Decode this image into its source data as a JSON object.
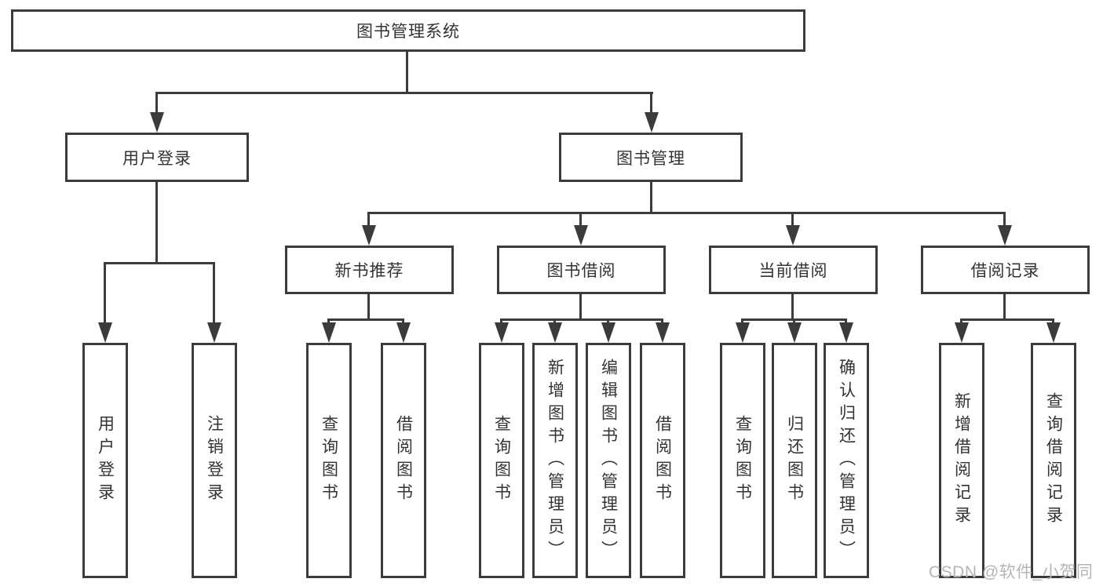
{
  "diagram": {
    "root": {
      "label": "图书管理系统"
    },
    "level1": [
      {
        "label": "用户登录"
      },
      {
        "label": "图书管理"
      }
    ],
    "level2": [
      {
        "label": "新书推荐"
      },
      {
        "label": "图书借阅"
      },
      {
        "label": "当前借阅"
      },
      {
        "label": "借阅记录"
      }
    ],
    "leaves": {
      "user_login": [
        "用户登录",
        "注销登录"
      ],
      "new_books": [
        "查询图书",
        "借阅图书"
      ],
      "book_borrowing": [
        "查询图书",
        "新增图书（管理员）",
        "编辑图书（管理员）",
        "借阅图书"
      ],
      "current_borrowing": [
        "查询图书",
        "归还图书",
        "确认归还（管理员）"
      ],
      "borrowing_records": [
        "新增借阅记录",
        "查询借阅记录"
      ]
    },
    "watermark": "CSDN @软件_小贺同学",
    "colors": {
      "line": "#3b3b3b",
      "box_border": "#3b3b3b",
      "text": "#333333",
      "watermark_text": "#b5b5b5",
      "background": "#ffffff"
    }
  }
}
